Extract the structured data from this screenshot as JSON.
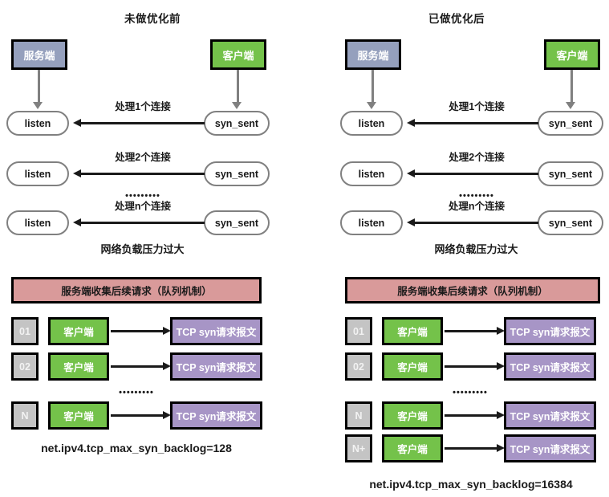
{
  "colors": {
    "server_fill": "#95a0bd",
    "client_fill": "#74c24a",
    "banner_fill": "#d99a9a",
    "index_fill": "#c4c4c4",
    "packet_fill": "#a795c6",
    "pill_border": "#808080",
    "box_border": "#000000",
    "background": "#ffffff"
  },
  "panels": [
    {
      "id": "before",
      "title": "未做优化前",
      "server_label": "服务端",
      "client_label": "客户端",
      "flows": [
        {
          "listen": "listen",
          "label": "处理1个连接",
          "syn": "syn_sent"
        },
        {
          "listen": "listen",
          "label": "处理2个连接",
          "syn": "syn_sent"
        },
        {
          "listen": "listen",
          "label": "处理n个连接",
          "syn": "syn_sent"
        }
      ],
      "flow_dots": "•••••••••",
      "caption": "网络负载压力过大",
      "queue_banner": "服务端收集后续请求（队列机制）",
      "queue_rows": [
        {
          "index": "01",
          "client": "客户端",
          "packet": "TCP syn请求报文"
        },
        {
          "index": "02",
          "client": "客户端",
          "packet": "TCP syn请求报文"
        },
        {
          "index": "N",
          "client": "客户端",
          "packet": "TCP syn请求报文"
        }
      ],
      "queue_dots": "•••••••••",
      "sysctl": "net.ipv4.tcp_max_syn_backlog=128"
    },
    {
      "id": "after",
      "title": "已做优化后",
      "server_label": "服务端",
      "client_label": "客户端",
      "flows": [
        {
          "listen": "listen",
          "label": "处理1个连接",
          "syn": "syn_sent"
        },
        {
          "listen": "listen",
          "label": "处理2个连接",
          "syn": "syn_sent"
        },
        {
          "listen": "listen",
          "label": "处理n个连接",
          "syn": "syn_sent"
        }
      ],
      "flow_dots": "•••••••••",
      "caption": "网络负载压力过大",
      "queue_banner": "服务端收集后续请求（队列机制）",
      "queue_rows": [
        {
          "index": "01",
          "client": "客户端",
          "packet": "TCP syn请求报文"
        },
        {
          "index": "02",
          "client": "客户端",
          "packet": "TCP syn请求报文"
        },
        {
          "index": "N",
          "client": "客户端",
          "packet": "TCP syn请求报文"
        },
        {
          "index": "N+",
          "client": "客户端",
          "packet": "TCP syn请求报文"
        }
      ],
      "queue_dots": "•••••••••",
      "sysctl": "net.ipv4.tcp_max_syn_backlog=16384"
    }
  ]
}
